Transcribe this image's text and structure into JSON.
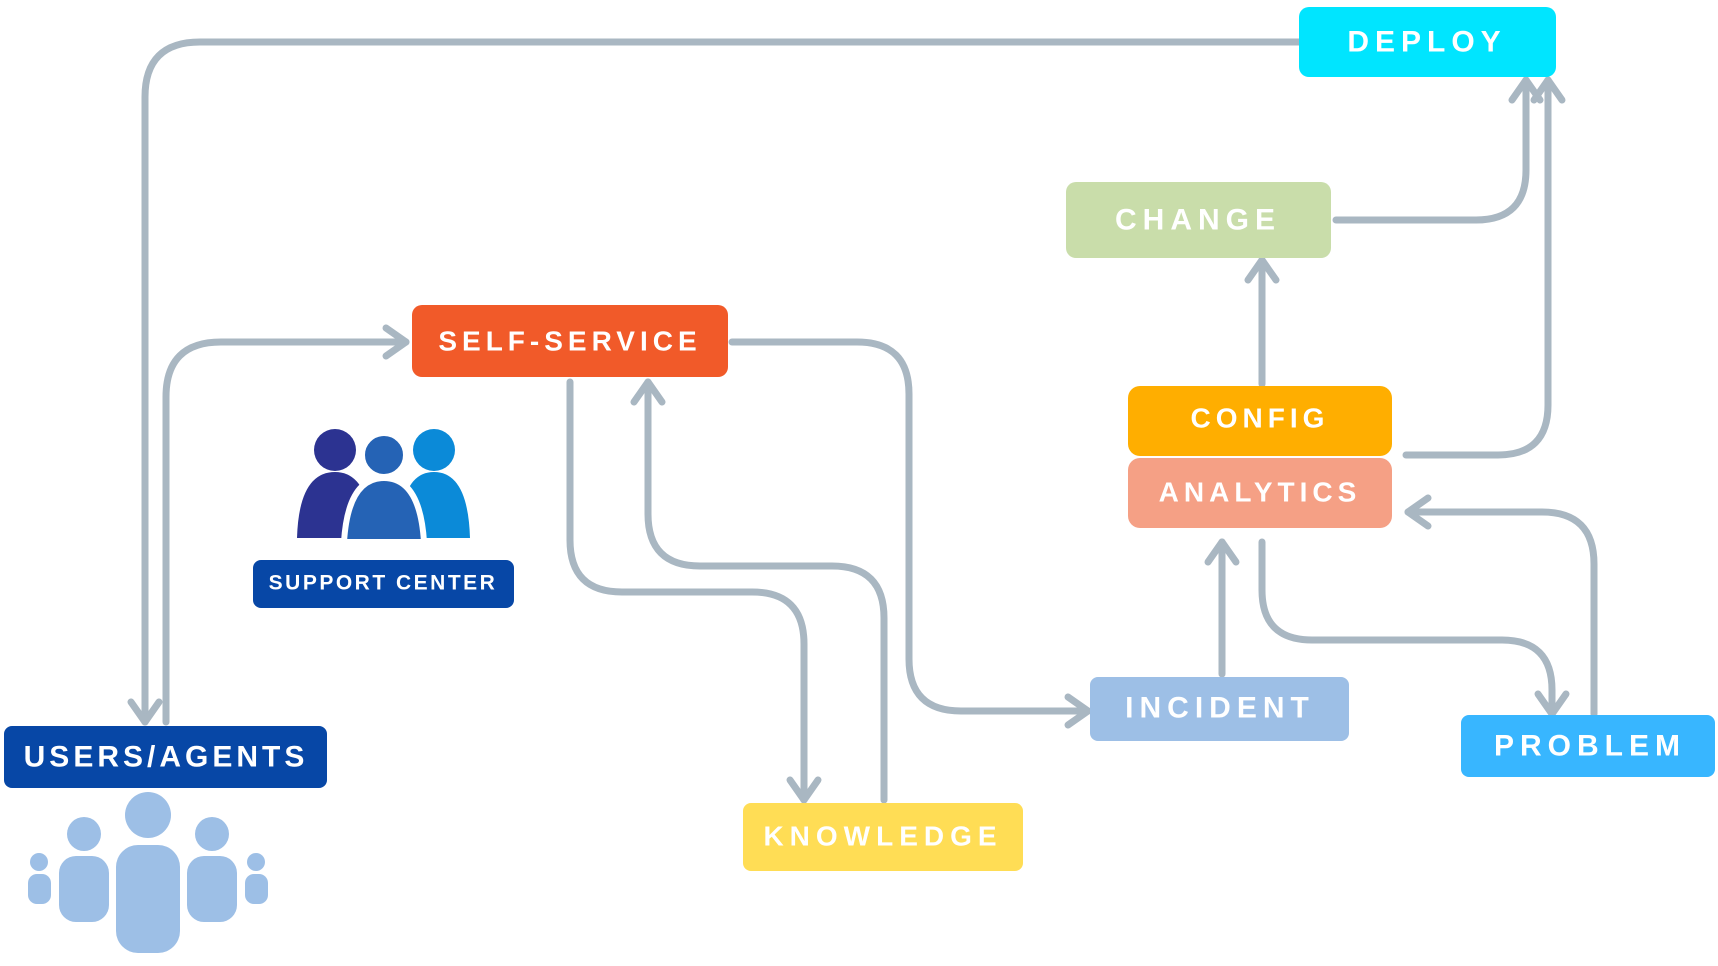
{
  "colors": {
    "connector": "#A9B7C2",
    "deploy": "#00E5FF",
    "change": "#C9DDAA",
    "self_service": "#F15A29",
    "config": "#FFAE00",
    "analytics": "#F5A085",
    "incident": "#9DBFE6",
    "problem": "#38B6FF",
    "knowledge": "#FFDD55",
    "users_agents": "#0747A6",
    "support_center": "#0747A6",
    "people_icon": "#9DBFE6",
    "support_icon_dark": "#2C3391",
    "support_icon_mid": "#2563B5",
    "support_icon_light": "#0B8AD8"
  },
  "nodes": {
    "deploy": "DEPLOY",
    "change": "CHANGE",
    "self_service": "SELF-SERVICE",
    "config": "CONFIG",
    "analytics": "ANALYTICS",
    "incident": "INCIDENT",
    "problem": "PROBLEM",
    "knowledge": "KNOWLEDGE",
    "users_agents": "USERS/AGENTS",
    "support_center": "SUPPORT CENTER"
  },
  "icons": {
    "support_center": "team-icon",
    "users_agents": "people-group-icon"
  },
  "connections": [
    {
      "from": "deploy",
      "to": "users_agents"
    },
    {
      "from": "users_agents",
      "to": "self_service"
    },
    {
      "from": "self_service",
      "to": "knowledge"
    },
    {
      "from": "knowledge",
      "to": "self_service"
    },
    {
      "from": "self_service",
      "to": "incident"
    },
    {
      "from": "incident",
      "to": "analytics"
    },
    {
      "from": "analytics",
      "to": "problem"
    },
    {
      "from": "problem",
      "to": "analytics"
    },
    {
      "from": "config",
      "to": "change"
    },
    {
      "from": "change",
      "to": "deploy"
    },
    {
      "from": "config",
      "to": "deploy"
    }
  ]
}
